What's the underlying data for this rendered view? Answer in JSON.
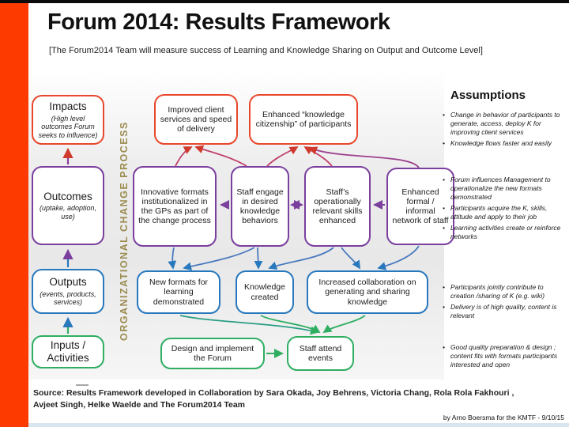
{
  "slide": {
    "title": "Forum 2014: Results Framework",
    "subtitle": "[The Forum2014 Team will measure success of Learning and Knowledge Sharing on Output and Outcome Level]",
    "source": "Source:  Results Framework developed in Collaboration by Sara Okada, Joy Behrens, Victoria Chang, Rola Rola Fakhouri , Avjeet Singh, Helke Waelde and The Forum2014 Team",
    "credit": "by Arno Boersma for the KMTF - 9/10/15"
  },
  "left_axis": {
    "label": "ORGANIZATIONAL CHANGE PROCESS"
  },
  "levels": {
    "impacts": {
      "title": "Impacts",
      "subtitle": "(High level outcomes Forum seeks to influence)"
    },
    "outcomes": {
      "title": "Outcomes",
      "subtitle": "(uptake, adoption, use)"
    },
    "outputs": {
      "title": "Outputs",
      "subtitle": "(events, products, services)"
    },
    "inputs": {
      "title": "Inputs / Activities"
    }
  },
  "boxes": {
    "improved_client": "Improved client services and speed of delivery",
    "knowledge_citizenship": "Enhanced “knowledge citizenship” of participants",
    "innovative_formats": "Innovative formats institutionalized in the GPs as part of the change process",
    "staff_engage": "Staff engage in desired knowledge behaviors",
    "staff_skills": "Staff’s operationally relevant skills enhanced",
    "network": "Enhanced formal / informal network of staff",
    "new_formats": "New formats for learning demonstrated",
    "knowledge_created": "Knowledge created",
    "collaboration": "Increased collaboration on generating and sharing knowledge",
    "design_forum": "Design and implement the Forum",
    "staff_attend": "Staff attend events"
  },
  "assumptions": {
    "title": "Assumptions",
    "groups": [
      [
        "Change in behavior of participants to generate, access, deploy K for improving client services",
        "Knowledge flows faster and easily"
      ],
      [
        "Forum influences Management to operationalize the new formats demonstrated",
        "Participants acquire the K, skills, attitude and apply to their job",
        "Learning activities create or reinforce networks"
      ],
      [
        "Participants jointly contribute to creation /sharing of K (e.g. wiki)",
        "Delivery is of high quality, content is relevant"
      ],
      [
        "Good quality preparation & design ; content fits with formats participants interested and open"
      ]
    ]
  },
  "colors": {
    "impact_level": "#e8472b",
    "outcome_level": "#7b3f9d",
    "output_level": "#2878bd",
    "input_level": "#2fae62",
    "axis_label": "#9b8c50",
    "left_bar": "#fd3a00",
    "bottom_strip": "#d9e5f0"
  }
}
